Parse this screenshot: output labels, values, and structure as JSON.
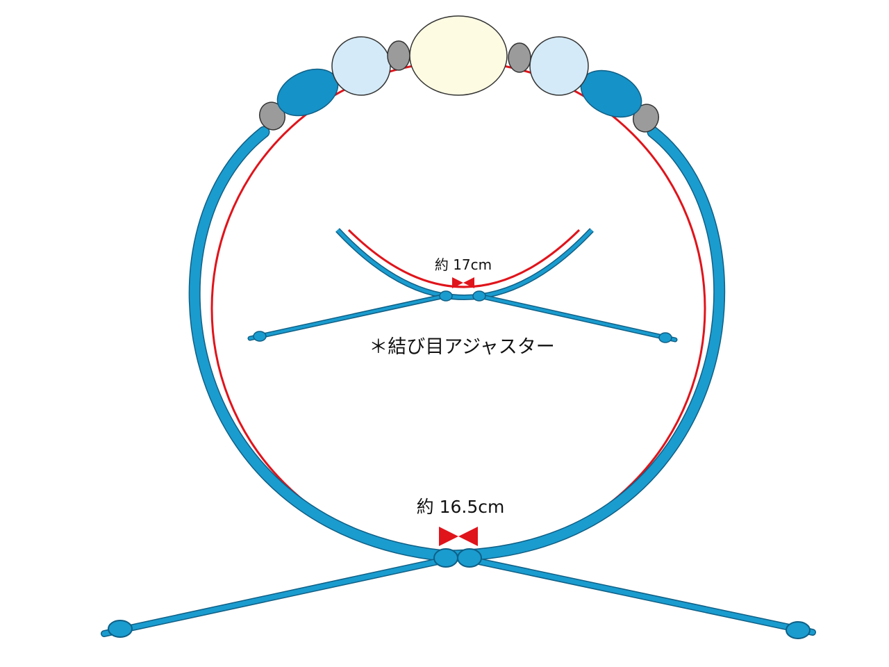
{
  "labels": {
    "large_size": "約 16.5cm",
    "small_size": "約 17cm",
    "adjuster": "＊結び目アジャスター"
  },
  "colors": {
    "cord": "#1a9ccf",
    "cord_outline": "#0f5f85",
    "measure": "#e0141b",
    "dark_bead": "#1592c8",
    "light_bead": "#d4eaf8",
    "center_bead": "#fdfbe2",
    "spacer_bead": "#9b9b9b",
    "background": "#ffffff"
  }
}
